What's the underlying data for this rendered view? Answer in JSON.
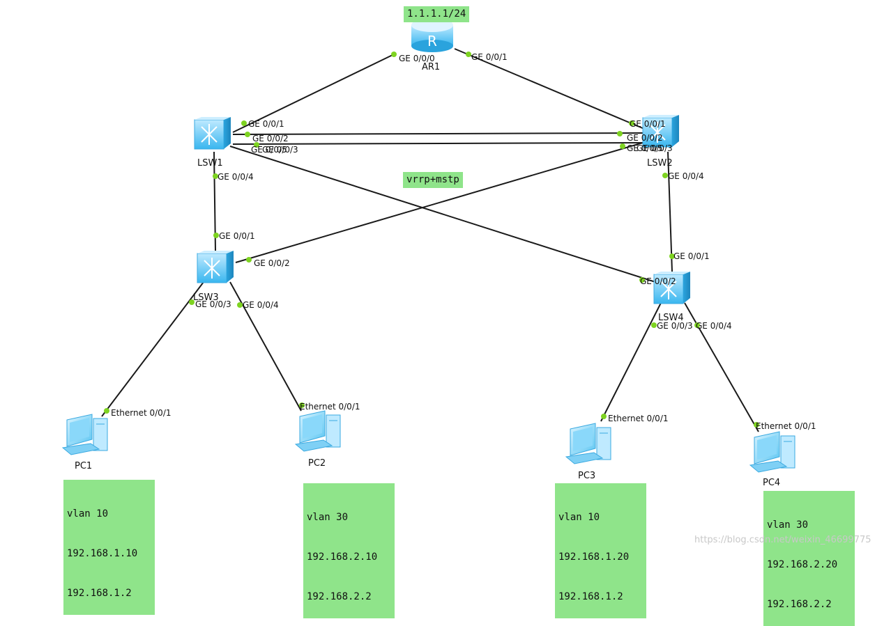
{
  "devices": {
    "ar1": "AR1",
    "lsw1": "LSW1",
    "lsw2": "LSW2",
    "lsw3": "LSW3",
    "lsw4": "LSW4",
    "pc1": "PC1",
    "pc2": "PC2",
    "pc3": "PC3",
    "pc4": "PC4"
  },
  "ports": {
    "ar1_to_lsw1": "GE 0/0/0",
    "ar1_to_lsw2": "GE 0/0/1",
    "lsw1_g1": "GE 0/0/1",
    "lsw1_g2": "GE 0/0/2",
    "lsw1_g3": "GE 0/0/3",
    "lsw1_g5": "GE 0/0/5",
    "lsw1_g4": "GE 0/0/4",
    "lsw2_g1": "GE 0/0/1",
    "lsw2_g2": "GE 0/0/2",
    "lsw2_g3": "GE 0/0/3",
    "lsw2_g5": "GE 0/0/5",
    "lsw2_g4": "GE 0/0/4",
    "lsw3_g1": "GE 0/0/1",
    "lsw3_g2": "GE 0/0/2",
    "lsw3_g3": "GE 0/0/3",
    "lsw3_g4": "GE 0/0/4",
    "lsw4_g1": "GE 0/0/1",
    "lsw4_g2": "GE 0/0/2",
    "lsw4_g3": "GE 0/0/3",
    "lsw4_g4": "GE 0/0/4",
    "pc1_eth": "Ethernet 0/0/1",
    "pc2_eth": "Ethernet 0/0/1",
    "pc3_eth": "Ethernet 0/0/1",
    "pc4_eth": "Ethernet 0/0/1"
  },
  "notes": {
    "ar1_ip": "1.1.1.1/24",
    "center": "vrrp+mstp",
    "pc1": [
      "vlan 10",
      "192.168.1.10",
      "192.168.1.2"
    ],
    "pc2": [
      "vlan 30",
      "192.168.2.10",
      "192.168.2.2"
    ],
    "pc3": [
      "vlan 10",
      "192.168.1.20",
      "192.168.1.2"
    ],
    "pc4": [
      "vlan 30",
      "192.168.2.20",
      "192.168.2.2"
    ]
  },
  "watermark": "https://blog.csdn.net/weixin_46699775",
  "colors": {
    "note_bg": "#8fe48a",
    "port_dot": "#7ed321",
    "device_blue": "#4fc3f7",
    "link": "#1a1a1a"
  }
}
